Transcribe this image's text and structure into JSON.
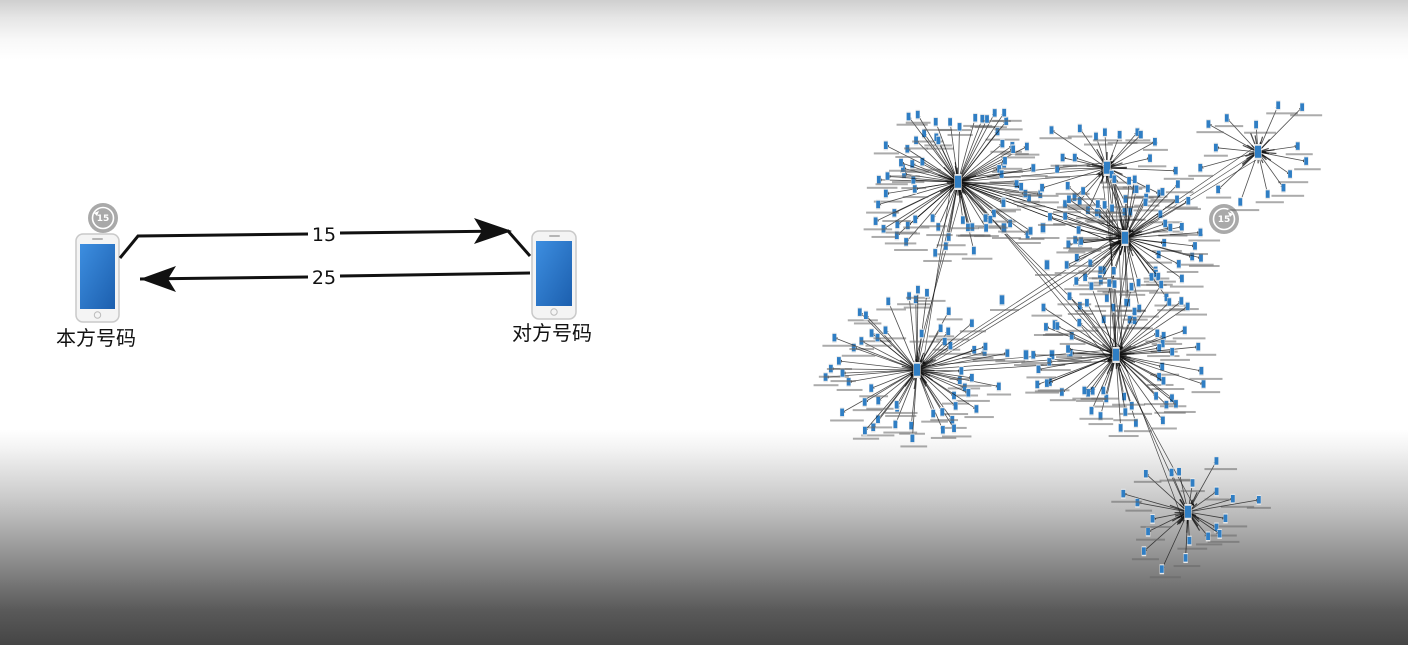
{
  "left_diagram": {
    "own_number_label": "本方号码",
    "other_number_label": "对方号码",
    "outgoing_count": "15",
    "incoming_count": "25"
  },
  "replay_badges": [
    {
      "name": "replay-15-left",
      "text": "15"
    },
    {
      "name": "replay-15-right",
      "text": "15"
    }
  ],
  "network_graph": {
    "hubs": [
      {
        "id": "hub-top-left",
        "nodes": 70
      },
      {
        "id": "hub-top-mid",
        "nodes": 22
      },
      {
        "id": "hub-top-right",
        "nodes": 14
      },
      {
        "id": "hub-mid-right",
        "nodes": 60
      },
      {
        "id": "hub-bottom-left",
        "nodes": 55
      },
      {
        "id": "hub-bottom-right",
        "nodes": 60
      },
      {
        "id": "hub-bottom",
        "nodes": 20
      }
    ],
    "colors": {
      "phone_node": "#2f7ec4",
      "phone_node_dark": "#1f5f9c",
      "edge": "#111111"
    }
  }
}
